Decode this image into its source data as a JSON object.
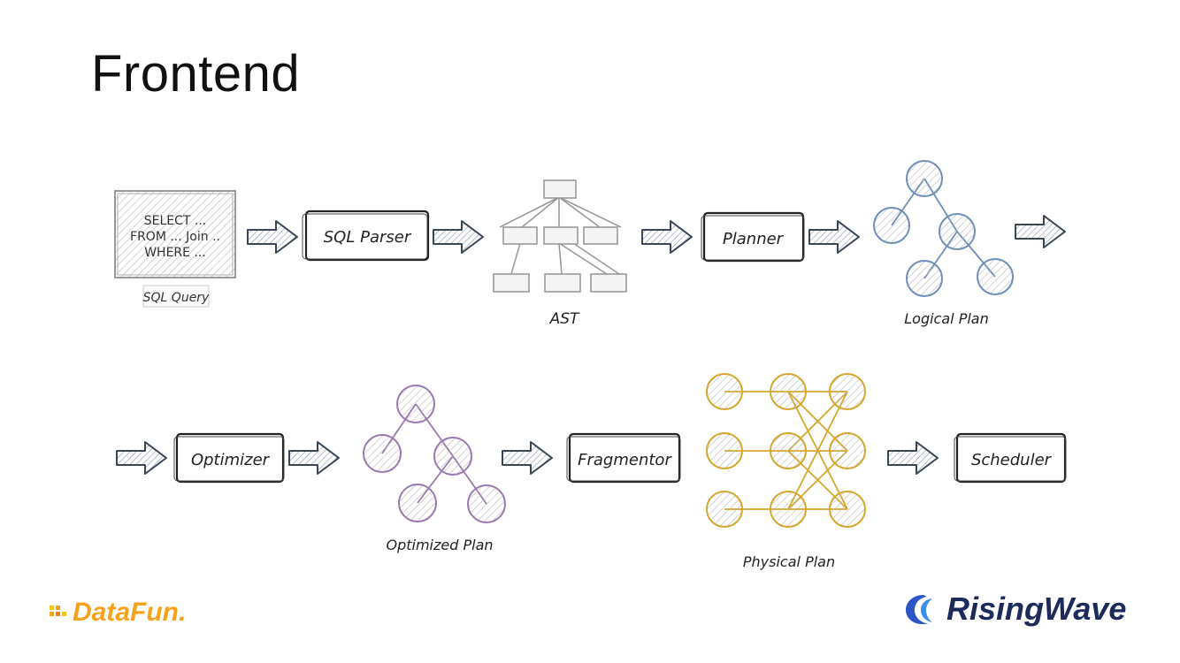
{
  "slide": {
    "title": "Frontend"
  },
  "sql_box": {
    "lines": [
      "SELECT ...",
      "FROM ... Join ..",
      "WHERE ..."
    ],
    "caption": "SQL Query"
  },
  "stages": {
    "sql_parser": "SQL Parser",
    "planner": "Planner",
    "optimizer": "Optimizer",
    "fragmentor": "Fragmentor",
    "scheduler": "Scheduler"
  },
  "captions": {
    "ast": "AST",
    "logical_plan": "Logical Plan",
    "optimized_plan": "Optimized Plan",
    "physical_plan": "Physical Plan"
  },
  "colors": {
    "logical": "#6f8fb8",
    "optimized": "#9a79b0",
    "physical": "#d4a72c",
    "ast": "#9a9a9a",
    "arrow": "#3a4656"
  },
  "logos": {
    "left": "DataFun.",
    "right": "RisingWave"
  }
}
